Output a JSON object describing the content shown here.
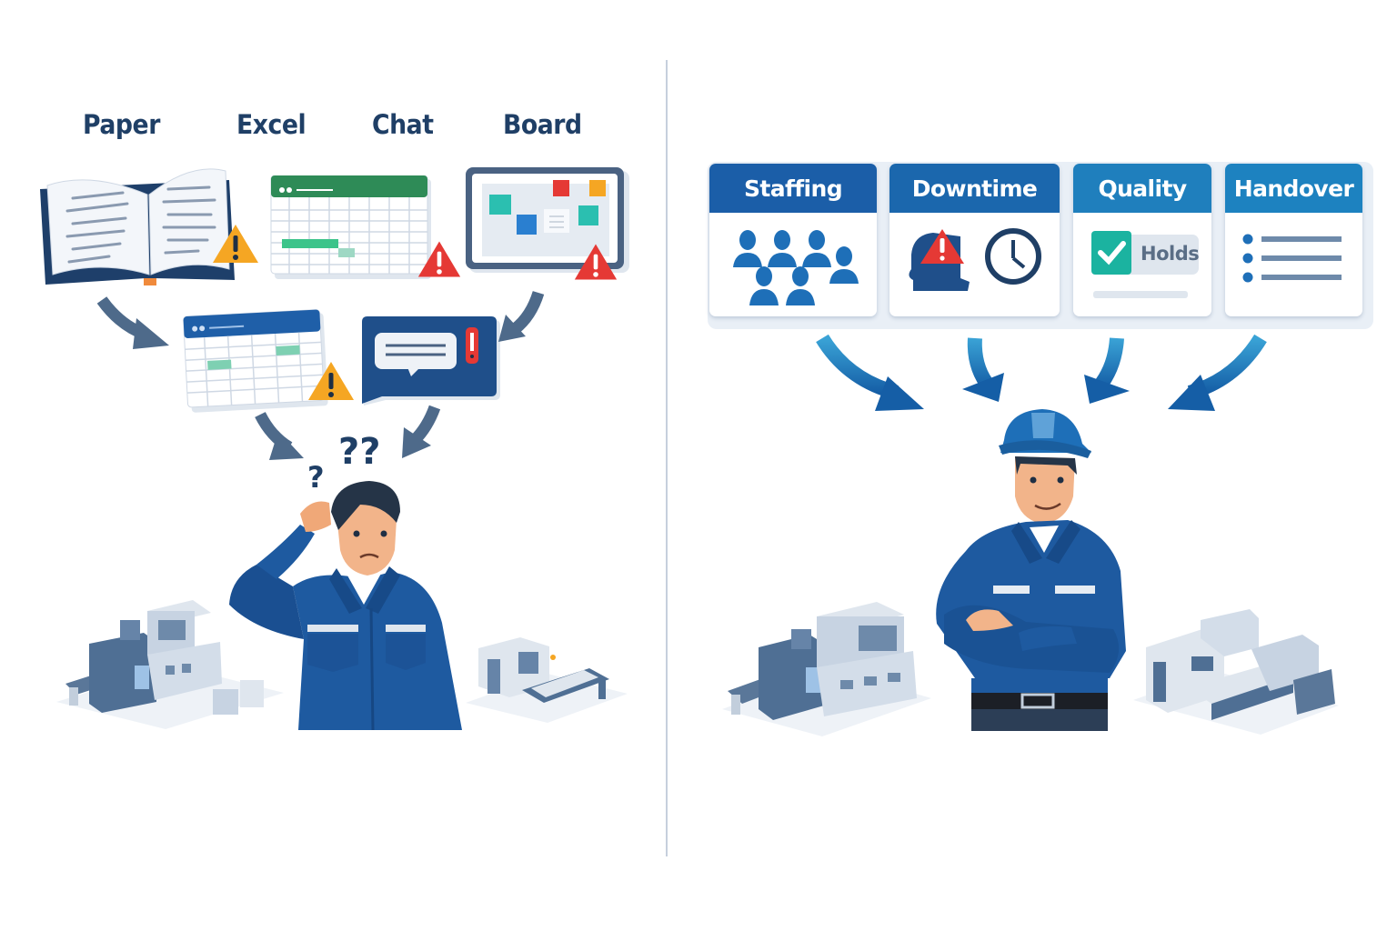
{
  "left_panel": {
    "theme": "fragmented information sources",
    "source_labels": [
      "Paper",
      "Excel",
      "Chat",
      "Board"
    ],
    "sources": [
      {
        "name": "Paper",
        "icon": "open-book-icon",
        "alert": "warning-triangle-orange"
      },
      {
        "name": "Excel",
        "icon": "spreadsheet-green-icon",
        "alert": "warning-triangle-red"
      },
      {
        "name": "Chat",
        "icon": "chat-bubble-icon",
        "alert": "exclamation-badge-red"
      },
      {
        "name": "Board",
        "icon": "whiteboard-sticky-notes-icon",
        "alert": "warning-triangle-red"
      }
    ],
    "intermediate_icons": [
      "spreadsheet-blue-icon",
      "chat-message-icon"
    ],
    "confusion_marks": [
      "?",
      "??"
    ],
    "person": "confused-worker-scratching-head",
    "machines": [
      "factory-machine-left",
      "factory-machine-right"
    ]
  },
  "right_panel": {
    "theme": "unified dashboard",
    "cards": [
      {
        "title": "Staffing",
        "icon": "people-group-icon",
        "header_color": "#1b5ea8"
      },
      {
        "title": "Downtime",
        "icon": "machine-alert-clock-icon",
        "header_color": "#1b67ad"
      },
      {
        "title": "Quality",
        "icon": "check-holds-icon",
        "header_color": "#1f7fbd",
        "badge_text": "Holds"
      },
      {
        "title": "Handover",
        "icon": "bullet-list-icon",
        "header_color": "#1d82c0"
      }
    ],
    "person": "confident-worker-hard-hat-arms-crossed",
    "machines": [
      "factory-machine-left",
      "factory-machine-right"
    ]
  },
  "colors": {
    "navy_text": "#1f3f66",
    "dark_arrow": "#4e6a8a",
    "blue_arrow": "#1f87c8",
    "warning_orange": "#f5a623",
    "alert_red": "#e53935",
    "uniform_blue": "#1e5aa0",
    "divider": "#c6cfdd"
  }
}
